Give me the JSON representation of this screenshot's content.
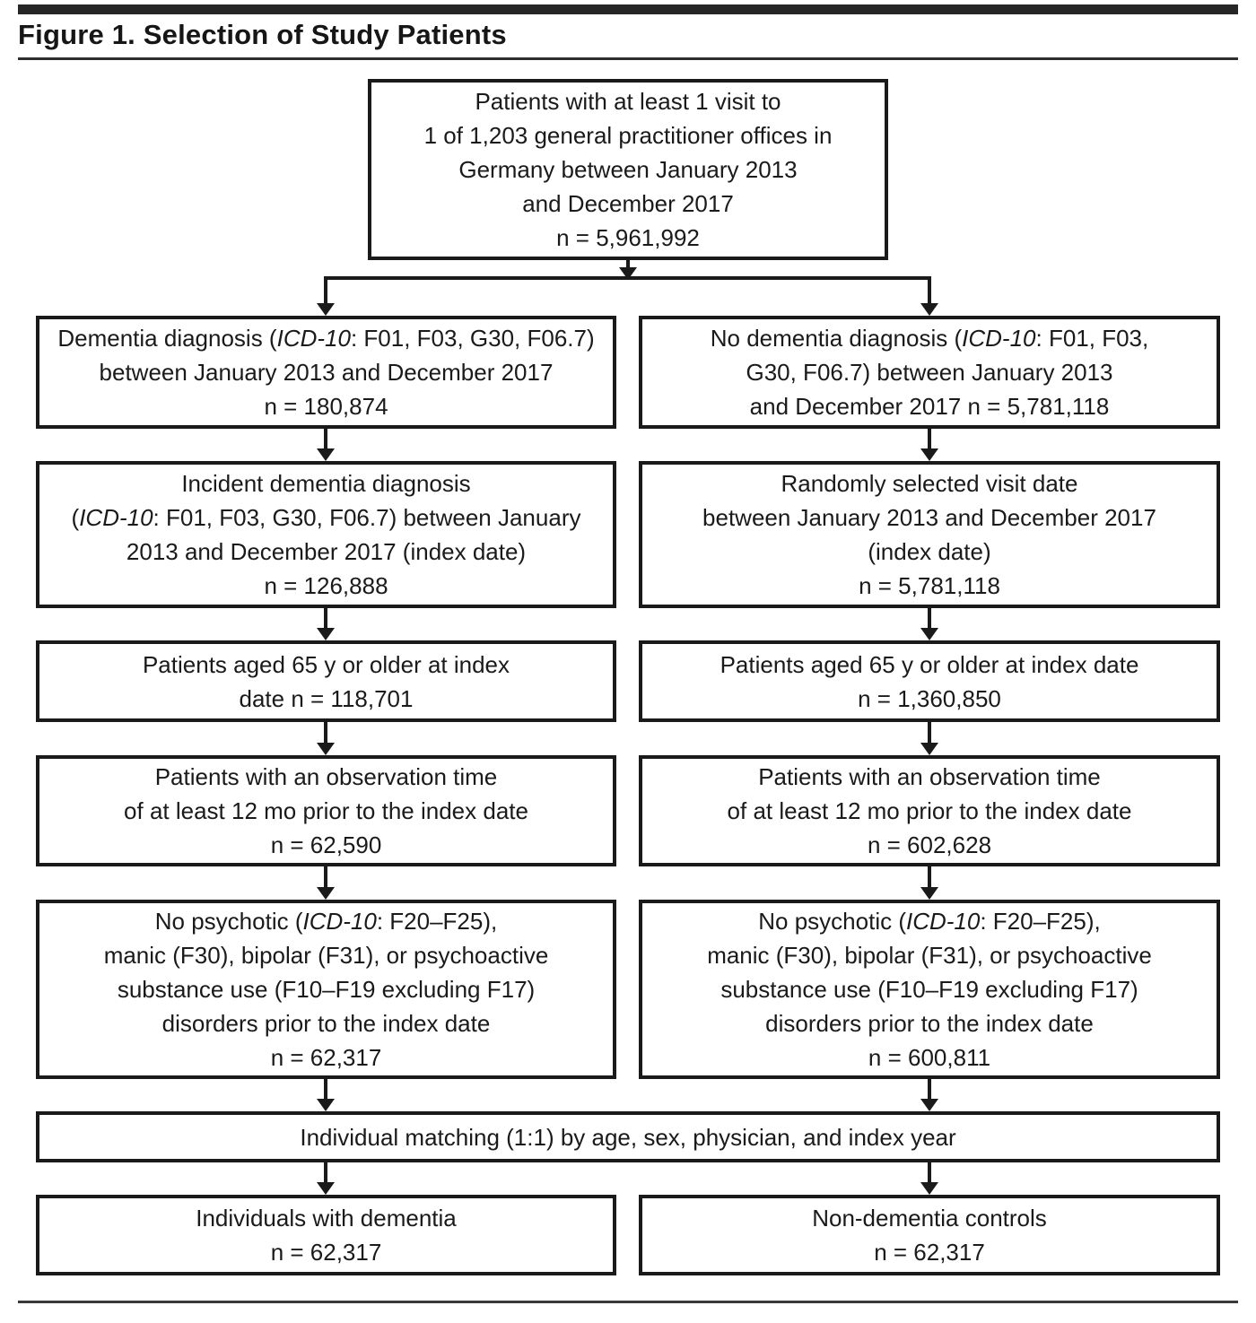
{
  "title": "Figure 1. Selection of Study Patients",
  "colors": {
    "line": "#1a1a1a",
    "title_bar": "#262626",
    "background": "#ffffff"
  },
  "boxes": {
    "top": {
      "lines": [
        [
          {
            "t": "Patients with at least 1 visit to"
          }
        ],
        [
          {
            "t": "1 of 1,203 general practitioner offices in"
          }
        ],
        [
          {
            "t": "Germany between January 2013"
          }
        ],
        [
          {
            "t": "and December 2017"
          }
        ],
        [
          {
            "t": "n = 5,961,992"
          }
        ]
      ]
    },
    "left": [
      {
        "lines": [
          [
            {
              "t": "Dementia diagnosis ("
            },
            {
              "t": "ICD-10",
              "i": true
            },
            {
              "t": ": F01, F03, G30, F06.7)"
            }
          ],
          [
            {
              "t": "between January 2013 and December 2017"
            }
          ],
          [
            {
              "t": "n = 180,874"
            }
          ]
        ]
      },
      {
        "lines": [
          [
            {
              "t": "Incident dementia diagnosis"
            }
          ],
          [
            {
              "t": "("
            },
            {
              "t": "ICD-10",
              "i": true
            },
            {
              "t": ": F01, F03, G30, F06.7) between January"
            }
          ],
          [
            {
              "t": "2013 and December 2017 (index date)"
            }
          ],
          [
            {
              "t": "n = 126,888"
            }
          ]
        ]
      },
      {
        "lines": [
          [
            {
              "t": "Patients aged 65 y or older at index"
            }
          ],
          [
            {
              "t": "date n = 118,701"
            }
          ]
        ]
      },
      {
        "lines": [
          [
            {
              "t": "Patients with an observation time"
            }
          ],
          [
            {
              "t": "of at least 12 mo prior to the index date"
            }
          ],
          [
            {
              "t": "n = 62,590"
            }
          ]
        ]
      },
      {
        "lines": [
          [
            {
              "t": "No psychotic ("
            },
            {
              "t": "ICD-10",
              "i": true
            },
            {
              "t": ": F20–F25),"
            }
          ],
          [
            {
              "t": "manic (F30), bipolar (F31), or psychoactive"
            }
          ],
          [
            {
              "t": "substance use  (F10–F19 excluding F17)"
            }
          ],
          [
            {
              "t": "disorders prior to the index date"
            }
          ],
          [
            {
              "t": "n = 62,317"
            }
          ]
        ]
      }
    ],
    "right": [
      {
        "lines": [
          [
            {
              "t": "No dementia diagnosis ("
            },
            {
              "t": "ICD-10",
              "i": true
            },
            {
              "t": ": F01, F03,"
            }
          ],
          [
            {
              "t": "G30, F06.7) between January 2013"
            }
          ],
          [
            {
              "t": "and December 2017 n = 5,781,118"
            }
          ]
        ]
      },
      {
        "lines": [
          [
            {
              "t": "Randomly selected visit date"
            }
          ],
          [
            {
              "t": "between January 2013 and December 2017"
            }
          ],
          [
            {
              "t": "(index date)"
            }
          ],
          [
            {
              "t": "n = 5,781,118"
            }
          ]
        ]
      },
      {
        "lines": [
          [
            {
              "t": "Patients aged 65 y or older at index date"
            }
          ],
          [
            {
              "t": "n = 1,360,850"
            }
          ]
        ]
      },
      {
        "lines": [
          [
            {
              "t": "Patients with an observation time"
            }
          ],
          [
            {
              "t": "of at least 12 mo prior to the index date"
            }
          ],
          [
            {
              "t": "n = 602,628"
            }
          ]
        ]
      },
      {
        "lines": [
          [
            {
              "t": "No psychotic ("
            },
            {
              "t": "ICD-10",
              "i": true
            },
            {
              "t": ": F20–F25),"
            }
          ],
          [
            {
              "t": "manic (F30), bipolar (F31), or psychoactive"
            }
          ],
          [
            {
              "t": "substance use (F10–F19 excluding F17)"
            }
          ],
          [
            {
              "t": "disorders prior to the index date"
            }
          ],
          [
            {
              "t": "n = 600,811"
            }
          ]
        ]
      }
    ],
    "matching": {
      "lines": [
        [
          {
            "t": "Individual matching (1:1) by age, sex, physician, and index year"
          }
        ]
      ]
    },
    "bottom_left": {
      "lines": [
        [
          {
            "t": "Individuals with dementia"
          }
        ],
        [
          {
            "t": "n = 62,317"
          }
        ]
      ]
    },
    "bottom_right": {
      "lines": [
        [
          {
            "t": "Non-dementia controls"
          }
        ],
        [
          {
            "t": "n = 62,317"
          }
        ]
      ]
    }
  }
}
